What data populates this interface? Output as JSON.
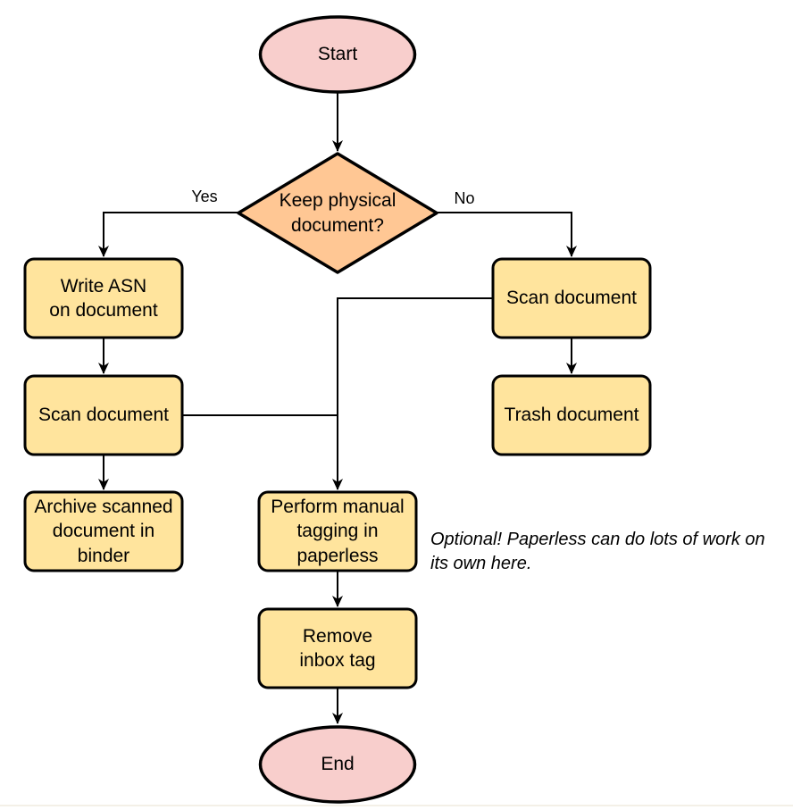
{
  "colors": {
    "terminal_fill": "#F8CECC",
    "decision_fill": "#FFC794",
    "process_fill": "#FFE49D",
    "stroke": "#000000",
    "background": "#FFFFFF",
    "bottom_edge": "#F4F0E7"
  },
  "nodes": {
    "start": {
      "label": "Start",
      "type": "terminal"
    },
    "decision": {
      "label": "Keep physical\ndocument?",
      "type": "decision"
    },
    "write_asn": {
      "label": "Write ASN\non document",
      "type": "process"
    },
    "scan_left": {
      "label": "Scan document",
      "type": "process"
    },
    "archive": {
      "label": "Archive scanned\ndocument in\nbinder",
      "type": "process"
    },
    "scan_right": {
      "label": "Scan document",
      "type": "process"
    },
    "trash": {
      "label": "Trash document",
      "type": "process"
    },
    "tagging": {
      "label": "Perform manual\ntagging in\npaperless",
      "type": "process"
    },
    "remove_inbox": {
      "label": "Remove\ninbox tag",
      "type": "process"
    },
    "end": {
      "label": "End",
      "type": "terminal"
    }
  },
  "edge_labels": {
    "yes": "Yes",
    "no": "No"
  },
  "annotation": "Optional! Paperless can do lots of work on\nits own here.",
  "edges": [
    {
      "from": "start",
      "to": "decision",
      "label": ""
    },
    {
      "from": "decision",
      "to": "write_asn",
      "label": "Yes"
    },
    {
      "from": "decision",
      "to": "scan_right",
      "label": "No"
    },
    {
      "from": "write_asn",
      "to": "scan_left",
      "label": ""
    },
    {
      "from": "scan_left",
      "to": "archive",
      "label": ""
    },
    {
      "from": "scan_right",
      "to": "trash",
      "label": ""
    },
    {
      "from": "scan_right",
      "to": "tagging",
      "label": ""
    },
    {
      "from": "scan_left",
      "to": "tagging",
      "label": ""
    },
    {
      "from": "tagging",
      "to": "remove_inbox",
      "label": ""
    },
    {
      "from": "remove_inbox",
      "to": "end",
      "label": ""
    }
  ]
}
